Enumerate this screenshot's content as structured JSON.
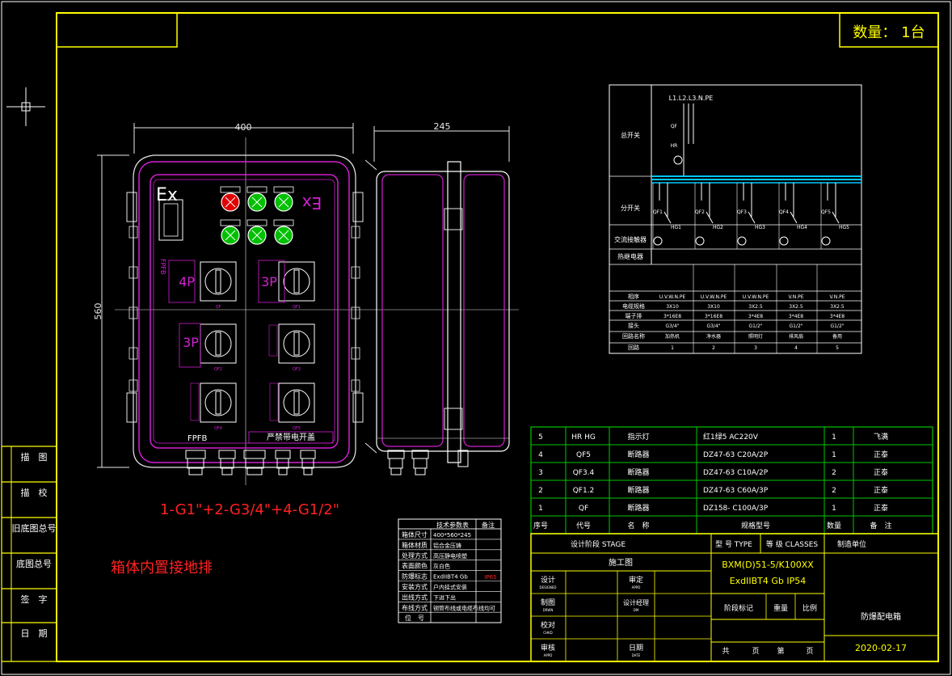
{
  "colors": {
    "background": "#000000",
    "frame": "#ffff00",
    "table": "#00c800",
    "enclosure": "#d020d0",
    "text": "#ffffff",
    "busbar": "#00c8ff",
    "lamp_red": "#e00000",
    "lamp_green": "#00c000",
    "dimension": "#e8e8e8",
    "note": "#ff2020"
  },
  "header": {
    "quantity": "数量： 1台"
  },
  "left_strip": [
    "描　图",
    "描　校",
    "旧底图总号",
    "底图总号",
    "签　字",
    "日　期"
  ],
  "front": {
    "width_dim": "400",
    "height_dim": "560",
    "ex_left": "Ex",
    "ex_right": "Ex",
    "poles": [
      "4P",
      "3P",
      "3P"
    ],
    "switch_labels": [
      "QF",
      "QF1",
      "QF2",
      "QF3",
      "QF4",
      "QF5"
    ],
    "brand": "FPFB",
    "nameplate": "严禁带电开盖",
    "side_brand": "FPFB"
  },
  "side": {
    "depth_dim": "245"
  },
  "entry_formula": "1-G1\"+2-G3/4\"+4-G1/2\"",
  "grounding_note": "箱体内置接地排",
  "schematic": {
    "rows": [
      "总开关",
      "分开关",
      "交流接触器",
      "热继电器"
    ],
    "bus_label": "L1.L2.L3.N.PE",
    "main_switch": "QF",
    "main_lamp": "HR",
    "branches": [
      "QF1",
      "QF2",
      "QF3",
      "QF4",
      "QF5"
    ],
    "lamps": [
      "HG1",
      "HG2",
      "HG3",
      "HG4",
      "HG5"
    ],
    "table_labels": [
      "相序",
      "电缆规格",
      "端子排",
      "接头",
      "回路名称",
      "回路"
    ],
    "table_values": [
      [
        "U.V.W.N.PE",
        "U.V.W.N.PE",
        "U.V.W.N.PE",
        "V.N.PE",
        "V.N.PE"
      ],
      [
        "3X10",
        "3X10",
        "3X2.5",
        "3X2.5",
        "3X2.5"
      ],
      [
        "3*16E8",
        "3*16E8",
        "3*4E8",
        "3*4E8",
        "3*4E8"
      ],
      [
        "G3/4\"",
        "G3/4\"",
        "G1/2\"",
        "G1/2\"",
        "G1/2\""
      ],
      [
        "加热机",
        "净水器",
        "照明灯",
        "排风扇",
        "备用"
      ],
      [
        "1",
        "2",
        "3",
        "4",
        "5"
      ]
    ]
  },
  "parts": {
    "rows": [
      [
        "5",
        "HR HG",
        "指示灯",
        "红1绿5 AC220V",
        "1",
        "飞满"
      ],
      [
        "4",
        "QF5",
        "断路器",
        "DZ47-63 C20A/2P",
        "1",
        "正泰"
      ],
      [
        "3",
        "QF3.4",
        "断路器",
        "DZ47-63 C10A/2P",
        "2",
        "正泰"
      ],
      [
        "2",
        "QF1.2",
        "断路器",
        "DZ47-63 C60A/3P",
        "2",
        "正泰"
      ],
      [
        "1",
        "QF",
        "断路器",
        "DZ158- C100A/3P",
        "1",
        "正泰"
      ]
    ],
    "header": [
      "序号",
      "代号",
      "名　称",
      "规格型号",
      "数量",
      "备　注"
    ]
  },
  "tech": {
    "title": "技术参数表",
    "note_col": "备注",
    "rows": [
      [
        "箱体尺寸",
        "400*560*245"
      ],
      [
        "箱体材质",
        "铝合金压铸"
      ],
      [
        "处理方式",
        "高压静电喷塑"
      ],
      [
        "表面颜色",
        "灰白色"
      ],
      [
        "防爆标志",
        "ExdIIBT4 Gb"
      ],
      [
        "安装方式",
        "户内挂式安装"
      ],
      [
        "出线方式",
        "下进下出"
      ],
      [
        "布线方式",
        "钢管布线或电缆布线均可"
      ],
      [
        "位　号",
        ""
      ]
    ],
    "ip": "IP65"
  },
  "title_block": {
    "stage_label": "设计阶段 STAGE",
    "type_label": "型 号 TYPE",
    "class_label": "等 级 CLASSES",
    "maker_label": "制造单位",
    "stage_value": "施工图",
    "model": "BXM(D)51-5/K100XX",
    "marking": "ExdIIBT4 Gb IP54",
    "designed": "设计",
    "designed_en": "DESIGNED",
    "drawn": "制图",
    "drawn_en": "DRWN",
    "checked": "校对",
    "checked_en": "CHKD",
    "approved": "审核",
    "approved_en": "APPD",
    "review": "审定",
    "review_en": "APPD",
    "design_mgr": "设计经理",
    "design_mgr_en": "DM",
    "date_lbl": "日期",
    "date_en": "DATE",
    "phase": "阶段标记",
    "weight": "重量",
    "scale": "比例",
    "product": "防爆配电箱",
    "total": "共",
    "page": "页",
    "sheet": "第",
    "page2": "页",
    "date": "2020-02-17"
  }
}
